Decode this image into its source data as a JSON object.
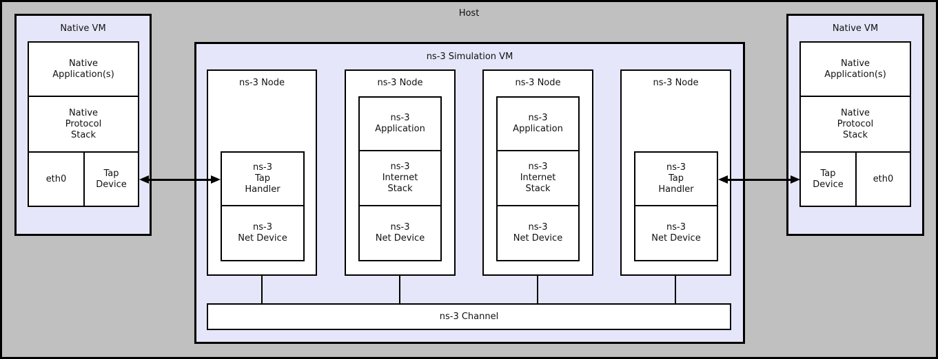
{
  "host": {
    "label": "Host"
  },
  "native_vm_left": {
    "title": "Native VM",
    "application": "Native\nApplication(s)",
    "protocol_stack": "Native\nProtocol\nStack",
    "eth0": "eth0",
    "tap_device": "Tap\nDevice"
  },
  "native_vm_right": {
    "title": "Native VM",
    "application": "Native\nApplication(s)",
    "protocol_stack": "Native\nProtocol\nStack",
    "tap_device": "Tap\nDevice",
    "eth0": "eth0"
  },
  "simulation_vm": {
    "title": "ns-3 Simulation VM",
    "channel_label": "ns-3 Channel",
    "nodes": [
      {
        "title": "ns-3 Node",
        "stack": [
          "ns-3\nTap\nHandler",
          "ns-3\nNet Device"
        ]
      },
      {
        "title": "ns-3 Node",
        "stack": [
          "ns-3\nApplication",
          "ns-3\nInternet\nStack",
          "ns-3\nNet Device"
        ]
      },
      {
        "title": "ns-3 Node",
        "stack": [
          "ns-3\nApplication",
          "ns-3\nInternet\nStack",
          "ns-3\nNet Device"
        ]
      },
      {
        "title": "ns-3 Node",
        "stack": [
          "ns-3\nTap\nHandler",
          "ns-3\nNet Device"
        ]
      }
    ]
  },
  "colors": {
    "host_bg": "#c0c0c0",
    "vm_bg": "#e6e6fa",
    "box_bg": "#ffffff",
    "line": "#000000"
  }
}
